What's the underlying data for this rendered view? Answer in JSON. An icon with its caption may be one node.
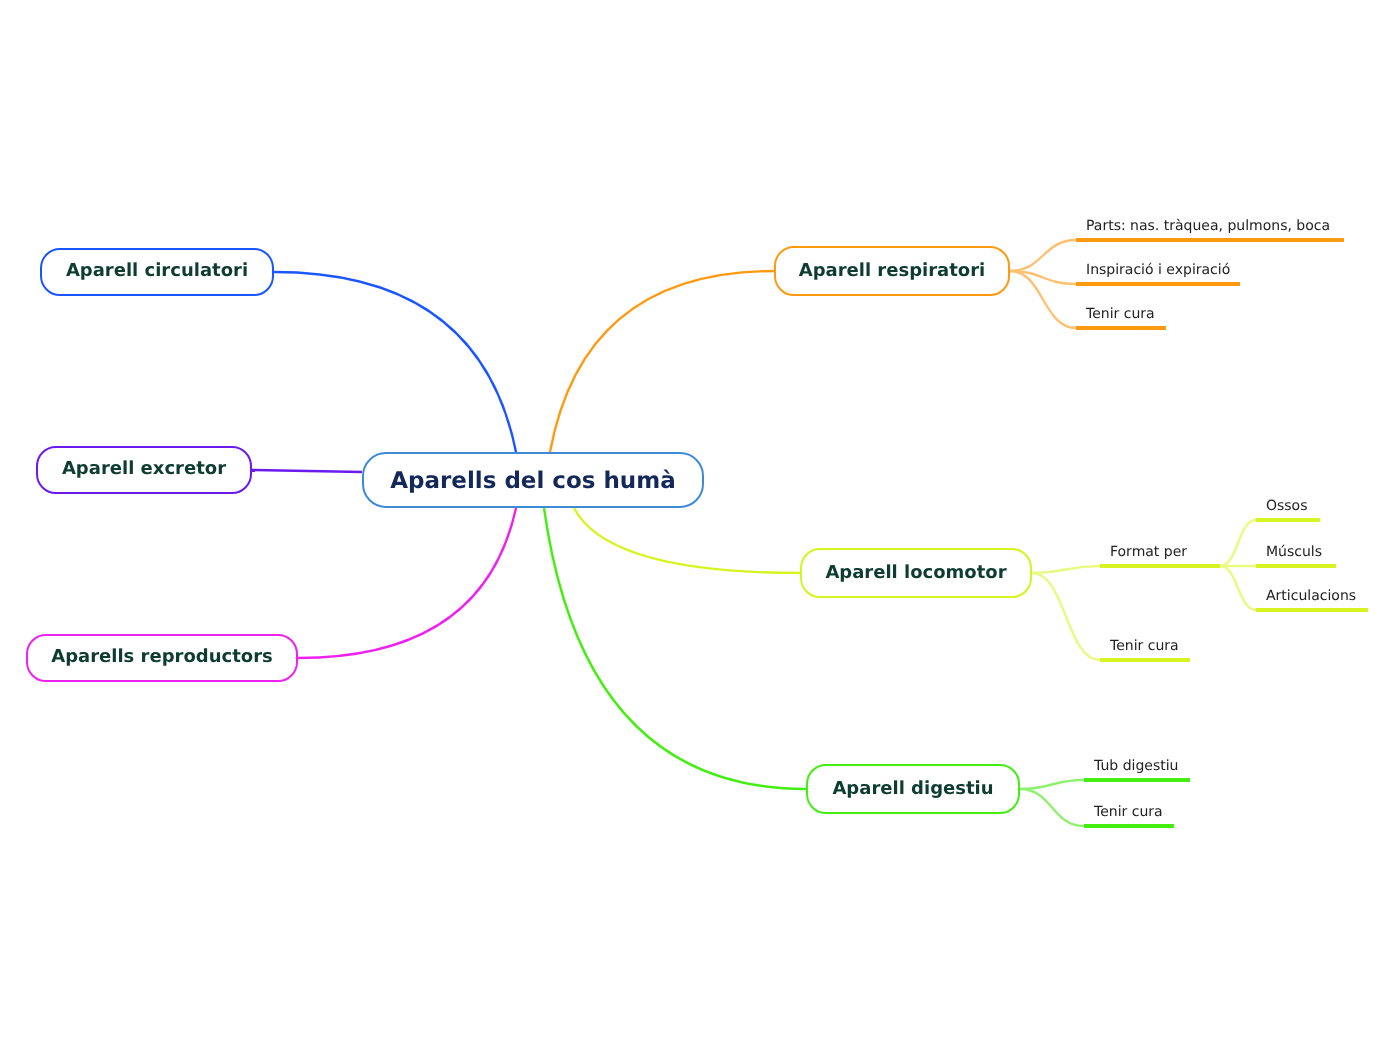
{
  "diagram": {
    "nodes": [
      {
        "text": [
          "Aparells del cos humà"
        ]
      },
      {
        "text": [
          "Aparell circulatori"
        ]
      },
      {
        "text": [
          "Aparell excretor"
        ]
      },
      {
        "text": [
          "Aparells reproductors"
        ]
      },
      {
        "text": [
          "Aparell respiratori"
        ]
      },
      {
        "text": [
          "Parts: nas. tràquea, pulmons, boca"
        ]
      },
      {
        "text": [
          "Inspiració i expiració"
        ]
      },
      {
        "text": [
          "Tenir cura"
        ]
      },
      {
        "text": [
          "Aparell locomotor"
        ]
      },
      {
        "text": [
          "Format per"
        ]
      },
      {
        "text": [
          "Ossos"
        ]
      },
      {
        "text": [
          "Músculs"
        ]
      },
      {
        "text": [
          "Articulacions"
        ]
      },
      {
        "text": [
          "Tenir cura"
        ]
      },
      {
        "text": [
          "Aparell digestiu"
        ]
      },
      {
        "text": [
          "Tub digestiu"
        ]
      },
      {
        "text": [
          "Tenir cura"
        ]
      }
    ],
    "edges": [
      {
        "from": 0,
        "to": 1,
        "arrow": "none",
        "color": "#1a55ff"
      },
      {
        "from": 0,
        "to": 2,
        "arrow": "none",
        "color": "#6a1aee"
      },
      {
        "from": 0,
        "to": 3,
        "arrow": "none",
        "color": "#ee22ee"
      },
      {
        "from": 0,
        "to": 4,
        "arrow": "none",
        "color": "#ff9a10"
      },
      {
        "from": 0,
        "to": 8,
        "arrow": "none",
        "color": "#d6f520"
      },
      {
        "from": 0,
        "to": 14,
        "arrow": "none",
        "color": "#44ee10"
      },
      {
        "from": 4,
        "to": 5,
        "arrow": "none",
        "color": "#ffc070"
      },
      {
        "from": 4,
        "to": 6,
        "arrow": "none",
        "color": "#ffc070"
      },
      {
        "from": 4,
        "to": 7,
        "arrow": "none",
        "color": "#ffc070"
      },
      {
        "from": 8,
        "to": 9,
        "arrow": "none",
        "color": "#e8fa80"
      },
      {
        "from": 9,
        "to": 10,
        "arrow": "none",
        "color": "#e8fa80"
      },
      {
        "from": 9,
        "to": 11,
        "arrow": "none",
        "color": "#e8fa80"
      },
      {
        "from": 9,
        "to": 12,
        "arrow": "none",
        "color": "#e8fa80"
      },
      {
        "from": 8,
        "to": 13,
        "arrow": "none",
        "color": "#e8fa80"
      },
      {
        "from": 14,
        "to": 15,
        "arrow": "none",
        "color": "#90f070"
      },
      {
        "from": 14,
        "to": 16,
        "arrow": "none",
        "color": "#90f070"
      }
    ]
  }
}
